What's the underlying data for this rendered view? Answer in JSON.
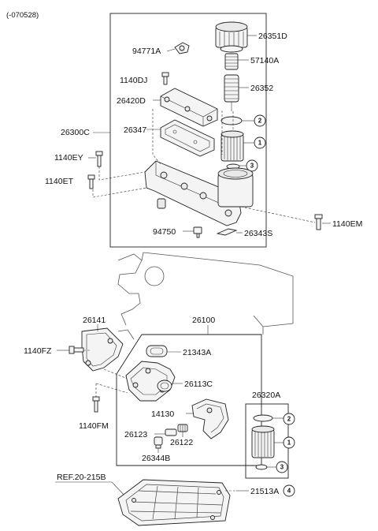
{
  "header": {
    "code": "(-070528)"
  },
  "labels": {
    "p26351D": "26351D",
    "p57140A": "57140A",
    "p26352": "26352",
    "p94771A": "94771A",
    "p1140DJ": "1140DJ",
    "p26420D": "26420D",
    "p26347": "26347",
    "p26300C": "26300C",
    "p1140EY": "1140EY",
    "p1140ET": "1140ET",
    "p1140EM": "1140EM",
    "p94750": "94750",
    "p26343S": "26343S",
    "p26141": "26141",
    "p26100": "26100",
    "p1140FZ": "1140FZ",
    "p21343A": "21343A",
    "p26113C": "26113C",
    "p1140FM": "1140FM",
    "p14130": "14130",
    "p26123": "26123",
    "p26122": "26122",
    "p26344B": "26344B",
    "p26320A": "26320A",
    "ref": "REF.20-215B",
    "p21513A": "21513A"
  },
  "callouts": {
    "c1_top": "1",
    "c2_top": "2",
    "c3_top": "3",
    "c1_kit": "1",
    "c2_kit": "2",
    "c3_kit": "3",
    "c4_pan": "4"
  }
}
